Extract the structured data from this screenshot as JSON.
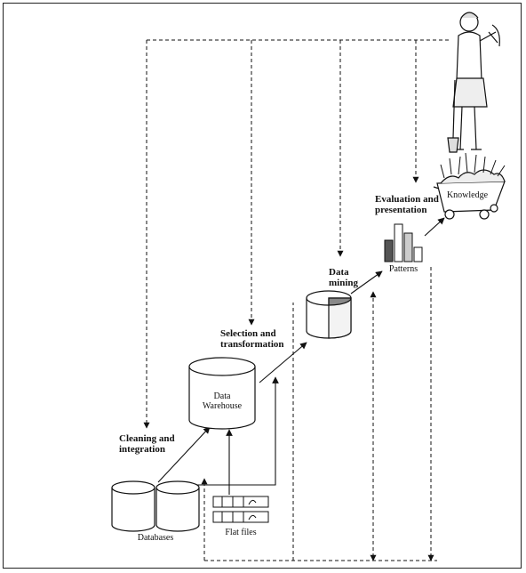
{
  "stages": {
    "cleaning": "Cleaning and\nintegration",
    "selection": "Selection and\ntransformation",
    "mining": "Data\nmining",
    "evaluation": "Evaluation and\npresentation"
  },
  "nodes": {
    "databases": "Databases",
    "flat_files": "Flat files",
    "warehouse": "Data\nWarehouse",
    "patterns": "Patterns",
    "knowledge": "Knowledge"
  },
  "icons": [
    "database-cylinders-icon",
    "flat-files-icon",
    "data-warehouse-icon",
    "data-cube-icon",
    "patterns-bar-icon",
    "knowledge-cart-icon",
    "miner-figure-icon"
  ]
}
